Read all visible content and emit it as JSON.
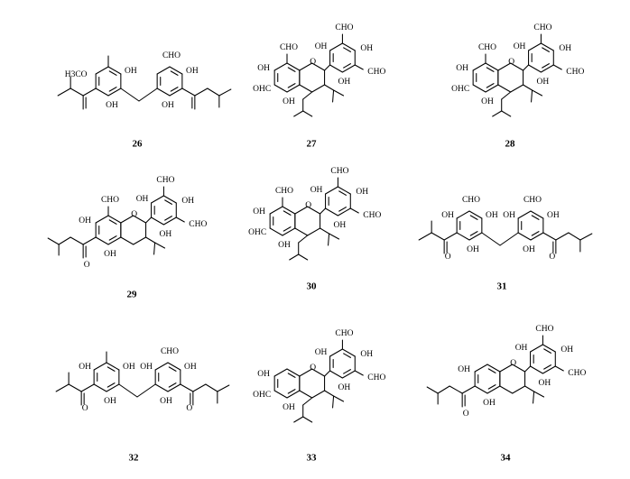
{
  "compounds": [
    {
      "id": "26",
      "label": "26",
      "groups": [
        "H3CO",
        "OH",
        "CHO",
        "OH",
        "OH",
        "OH"
      ]
    },
    {
      "id": "27",
      "label": "27",
      "groups": [
        "CHO",
        "OH",
        "OHC",
        "OH",
        "CHO",
        "OH",
        "OH",
        "CHO",
        "OH",
        "O"
      ]
    },
    {
      "id": "28",
      "label": "28",
      "groups": [
        "CHO",
        "OH",
        "OHC",
        "OH",
        "CHO",
        "OH",
        "OH",
        "CHO",
        "OH",
        "O"
      ]
    },
    {
      "id": "29",
      "label": "29",
      "groups": [
        "CHO",
        "OH",
        "OH",
        "CHO",
        "OH",
        "OH",
        "CHO",
        "OH",
        "O",
        "O"
      ]
    },
    {
      "id": "30",
      "label": "30",
      "groups": [
        "CHO",
        "OH",
        "OHC",
        "OH",
        "CHO",
        "OH",
        "OH",
        "CHO",
        "OH",
        "O"
      ]
    },
    {
      "id": "31",
      "label": "31",
      "groups": [
        "CHO",
        "OH",
        "OH",
        "OH",
        "CHO",
        "OH",
        "OH",
        "OH",
        "O",
        "O"
      ]
    },
    {
      "id": "32",
      "label": "32",
      "groups": [
        "OH",
        "OH",
        "OH",
        "CHO",
        "OH",
        "OH",
        "OH",
        "O",
        "O"
      ]
    },
    {
      "id": "33",
      "label": "33",
      "groups": [
        "OH",
        "OHC",
        "OH",
        "CHO",
        "OH",
        "OH",
        "CHO",
        "OH",
        "O"
      ]
    },
    {
      "id": "34",
      "label": "34",
      "groups": [
        "OH",
        "OH",
        "CHO",
        "OH",
        "OH",
        "CHO",
        "OH",
        "O",
        "O"
      ]
    }
  ],
  "icons": [
    "molecule-structure-icon"
  ]
}
